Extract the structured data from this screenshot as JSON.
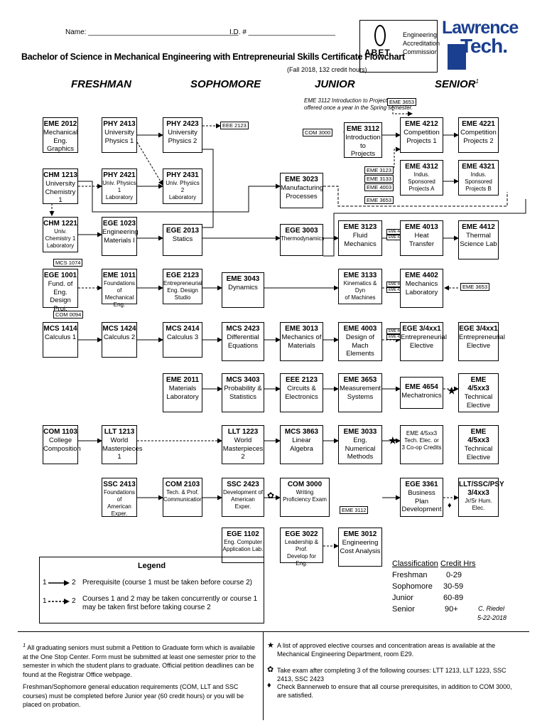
{
  "header": {
    "name_label": "Name: ______________________________________",
    "id_label": "I.D. # ______________________",
    "title": "Bachelor of Science in Mechanical Engineering with Entrepreneurial Skills Certificate Flowchart",
    "subtitle": "(Fall 2018, 132 credit hours)",
    "abet_text": "ABET",
    "abet_lines": [
      "Engineering",
      "Accreditation",
      "Commission"
    ],
    "logo_line1": "Lawrence",
    "logo_line2": "Tech."
  },
  "years": {
    "freshman": "FRESHMAN",
    "sophomore": "SOPHOMORE",
    "junior": "JUNIOR",
    "senior": "SENIOR",
    "senior_note": "1"
  },
  "note_eme3112": {
    "line1": "EME 3112 Introduction to Projects is only",
    "line2": "offered once a year in the Spring semester.",
    "tag": "EME 3653"
  },
  "courses": {
    "eme2012": {
      "code": "EME 2012",
      "l1": "Mechanical Eng.",
      "l2": "Graphics"
    },
    "phy2413": {
      "code": "PHY 2413",
      "l1": "University",
      "l2": "Physics 1"
    },
    "phy2423": {
      "code": "PHY 2423",
      "l1": "University",
      "l2": "Physics 2"
    },
    "chm1213": {
      "code": "CHM 1213",
      "l1": "University",
      "l2": "Chemistry 1"
    },
    "phy2421": {
      "code": "PHY 2421",
      "l1": "Univ. Physics 1",
      "l2": "Laboratory"
    },
    "phy2431": {
      "code": "PHY 2431",
      "l1": "Univ. Physics 2",
      "l2": "Laboratory"
    },
    "eme3023": {
      "code": "EME 3023",
      "l1": "Manufacturing",
      "l2": "Processes"
    },
    "eme3112": {
      "code": "EME 3112",
      "l1": "Introduction to",
      "l2": "Projects"
    },
    "eme4212": {
      "code": "EME 4212",
      "l1": "Competition",
      "l2": "Projects 1"
    },
    "eme4221": {
      "code": "EME 4221",
      "l1": "Competition",
      "l2": "Projects 2"
    },
    "eme4312": {
      "code": "EME 4312",
      "l1": "Indus. Sponsored",
      "l2": "Projects A"
    },
    "eme4321": {
      "code": "EME 4321",
      "l1": "Indus. Sponsored",
      "l2": "Projects B"
    },
    "chm1221": {
      "code": "CHM 1221",
      "l1": "Univ. Chemistry 1",
      "l2": "Laboratory"
    },
    "ege1023": {
      "code": "EGE 1023",
      "l1": "Engineering",
      "l2": "Materials I"
    },
    "ege2013": {
      "code": "EGE 2013",
      "l1": "Statics",
      "l2": ""
    },
    "ege3003": {
      "code": "EGE 3003",
      "l1": "Thermodynamics",
      "l2": ""
    },
    "eme3123": {
      "code": "EME 3123",
      "l1": "Fluid",
      "l2": "Mechanics"
    },
    "eme4013": {
      "code": "EME 4013",
      "l1": "Heat",
      "l2": "Transfer"
    },
    "eme4412": {
      "code": "EME 4412",
      "l1": "Thermal",
      "l2": "Science Lab"
    },
    "ege1001": {
      "code": "EGE 1001",
      "l1": "Fund. of Eng.",
      "l2": "Design Proj."
    },
    "eme1011": {
      "code": "EME 1011",
      "l1": "Foundations of",
      "l2": "Mechanical Eng."
    },
    "ege2123": {
      "code": "EGE 2123",
      "l1": "Entrepreneurial",
      "l2": "Eng. Design Studio"
    },
    "eme3043": {
      "code": "EME 3043",
      "l1": "Dynamics",
      "l2": ""
    },
    "eme3133": {
      "code": "EME 3133",
      "l1": "Kinematics & Dyn",
      "l2": "of Machines"
    },
    "eme4402": {
      "code": "EME 4402",
      "l1": "Mechanics",
      "l2": "Laboratory"
    },
    "mcs1414": {
      "code": "MCS 1414",
      "l1": "Calculus 1",
      "l2": ""
    },
    "mcs1424": {
      "code": "MCS 1424",
      "l1": "Calculus 2",
      "l2": ""
    },
    "mcs2414": {
      "code": "MCS 2414",
      "l1": "Calculus 3",
      "l2": ""
    },
    "mcs2423": {
      "code": "MCS 2423",
      "l1": "Differential",
      "l2": "Equations"
    },
    "eme3013": {
      "code": "EME 3013",
      "l1": "Mechanics of",
      "l2": "Materials"
    },
    "eme4003": {
      "code": "EME 4003",
      "l1": "Design of Mach",
      "l2": "Elements"
    },
    "ege34xx1a": {
      "code": "EGE 3/4xx1",
      "l1": "Entrepreneurial",
      "l2": "Elective"
    },
    "ege34xx1b": {
      "code": "EGE 3/4xx1",
      "l1": "Entrepreneurial",
      "l2": "Elective"
    },
    "eme2011": {
      "code": "EME 2011",
      "l1": "Materials",
      "l2": "Laboratory"
    },
    "mcs3403": {
      "code": "MCS 3403",
      "l1": "Probability &",
      "l2": "Statistics"
    },
    "eee2123": {
      "code": "EEE 2123",
      "l1": "Circuits &",
      "l2": "Electronics"
    },
    "eme3653": {
      "code": "EME 3653",
      "l1": "Measurement",
      "l2": "Systems"
    },
    "eme4654": {
      "code": "EME 4654",
      "l1": "Mechatronics",
      "l2": ""
    },
    "eme45xx3a": {
      "code": "EME 4/5xx3",
      "l1": "Technical",
      "l2": "Elective"
    },
    "com1103": {
      "code": "COM 1103",
      "l1": "College",
      "l2": "Composition"
    },
    "llt1213": {
      "code": "LLT 1213",
      "l1": "World",
      "l2": "Masterpieces 1"
    },
    "llt1223": {
      "code": "LLT 1223",
      "l1": "World",
      "l2": "Masterpieces 2"
    },
    "mcs3863": {
      "code": "MCS 3863",
      "l1": "Linear",
      "l2": "Algebra"
    },
    "eme3033": {
      "code": "EME 3033",
      "l1": "Eng. Numerical",
      "l2": "Methods"
    },
    "eme45xx3tech": {
      "code": "",
      "l1": "EME 4/5xx3",
      "l2": "Tech. Elec. or",
      "l3": "3 Co-op Credits"
    },
    "eme45xx3b": {
      "code": "EME 4/5xx3",
      "l1": "Technical",
      "l2": "Elective"
    },
    "ssc2413": {
      "code": "SSC 2413",
      "l1": "Foundations of",
      "l2": "American Exper."
    },
    "com2103": {
      "code": "COM 2103",
      "l1": "Tech. & Prof.",
      "l2": "Communication"
    },
    "ssc2423": {
      "code": "SSC 2423",
      "l1": "Development of",
      "l2": "American Exper."
    },
    "com3000": {
      "code": "COM 3000",
      "l1": "Writing",
      "l2": "Proficiency Exam"
    },
    "ege3361": {
      "code": "EGE 3361",
      "l1": "Business Plan",
      "l2": "Development"
    },
    "lltssc": {
      "code": "LLT/SSC/PSY",
      "l1": "3/4xx3",
      "l2": "Jr/Sr Hum. Elec."
    },
    "ege1102": {
      "code": "EGE 1102",
      "l1": "Eng. Computer",
      "l2": "Application Lab."
    },
    "ege3022": {
      "code": "EGE 3022",
      "l1": "Leadership & Prof.",
      "l2": "Develop for Eng."
    },
    "eme3012": {
      "code": "EME 3012",
      "l1": "Engineering",
      "l2": "Cost Analysis"
    }
  },
  "tags": {
    "eee2123_tag": "EEE 2123",
    "com3000_tag": "COM 3000",
    "eme3123_tag": "EME 3123",
    "eme3133_tag": "EME 3133",
    "eme4003_tag": "EME 4003",
    "eme3653_tag": "EME 3653",
    "mcs1074": "MCS 1074",
    "com0094": "COM 0094",
    "eme3653_b": "EME 3653",
    "eme3112_tag": "EME 3112",
    "eme4413_a": "EME 4413",
    "eme4313_a": "EME 4313",
    "eme4413_b": "EME 4413",
    "eme4313_b": "EME 4313",
    "eme4413_c": "EME 4413",
    "eme4313_c": "EME 4313"
  },
  "legend": {
    "title": "Legend",
    "row1_from": "1",
    "row1_to": "2",
    "row1_text": "Prerequisite (course 1 must be taken before course 2)",
    "row2_from": "1",
    "row2_to": "2",
    "row2_text1": "Courses 1 and 2 may be taken concurrently or course 1",
    "row2_text2": "may be taken first before taking course 2"
  },
  "classification": {
    "h1": "Classification",
    "h2": "Credit Hrs",
    "rows": [
      {
        "c": "Freshman",
        "h": "0-29"
      },
      {
        "c": "Sophomore",
        "h": "30-59"
      },
      {
        "c": "Junior",
        "h": "60-89"
      },
      {
        "c": "Senior",
        "h": "90+"
      }
    ],
    "author": "C. Riedel",
    "date": "5-22-2018"
  },
  "footer": {
    "note1_mark": "1",
    "note1_text": "All graduating seniors must submit a Petition to Graduate form which is available at the One Stop Center. Form must be submitted at least one semester prior to the semester in which the student plans to graduate. Official petition deadlines can be found at the Registrar Office webpage.",
    "note2_text": "Freshman/Sophomore general education requirements (COM, LLT and SSC courses) must be completed before Junior year (60 credit hours) or you will be placed on probation.",
    "star_text": "A list of approved elective courses and concentration areas is available at the Mechanical Engineering Department, room E29.",
    "clover_text": "Take exam after completing 3 of the following courses: LTT 1213, LLT 1223, SSC 2413, SSC 2423",
    "diamond_text": "Check Bannerweb to ensure that all course prerequisites, in addition to COM 3000, are satisfied."
  }
}
